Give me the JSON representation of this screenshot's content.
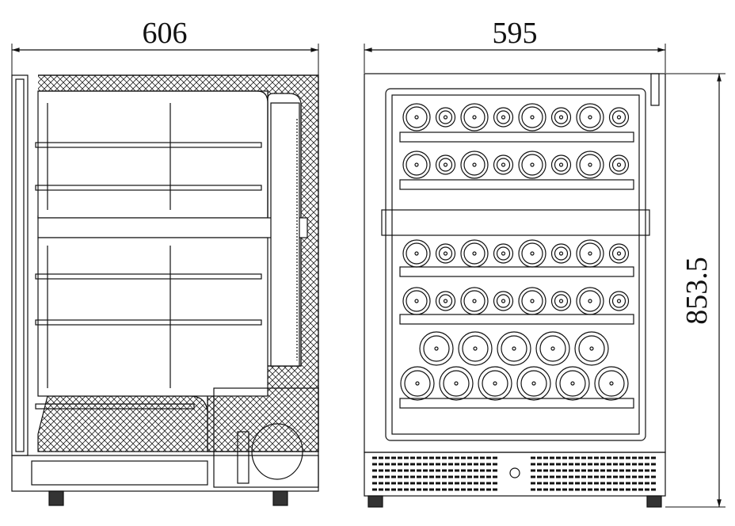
{
  "dimensions": {
    "depth": "606",
    "width": "595",
    "height": "853.5"
  },
  "colors": {
    "line": "#111111",
    "background": "#ffffff"
  }
}
